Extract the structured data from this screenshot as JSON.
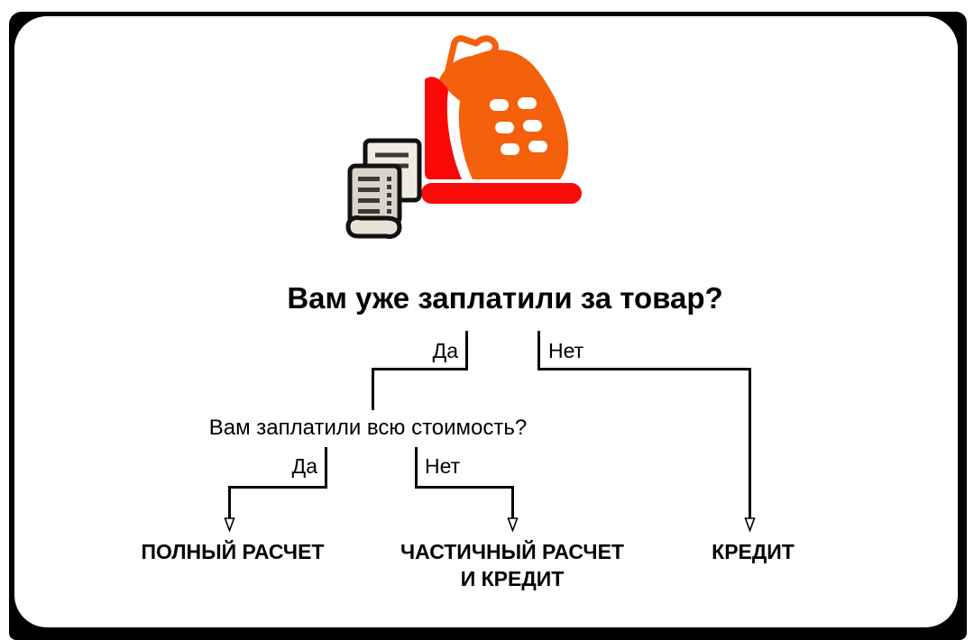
{
  "flowchart": {
    "root_question": "Вам уже заплатили за товар?",
    "level1": {
      "yes_label": "Да",
      "no_label": "Нет"
    },
    "second_question": "Вам заплатили всю стоимость?",
    "level2": {
      "yes_label": "Да",
      "no_label": "Нет"
    },
    "outcomes": {
      "full_payment": "ПОЛНЫЙ РАСЧЕТ",
      "partial_line1": "ЧАСТИЧНЫЙ РАСЧЕТ",
      "partial_line2": "И КРЕДИТ",
      "credit": "КРЕДИТ"
    }
  },
  "icon": {
    "name": "cash-register-with-receipts",
    "colors": {
      "register_red": "#f90805",
      "register_orange": "#f4600c",
      "base_red": "#fb0a0a",
      "slip_white": "#ffffff",
      "paper_cream": "#efece1",
      "receipt_gray": "#d8d5c8",
      "curl_gray": "#e6e3d6",
      "outline_black": "#111111",
      "detail_dark": "#3b3b35"
    }
  },
  "style": {
    "frame_color": "#000000",
    "card_background": "#ffffff",
    "line_color": "#000000",
    "text_color": "#000000"
  }
}
